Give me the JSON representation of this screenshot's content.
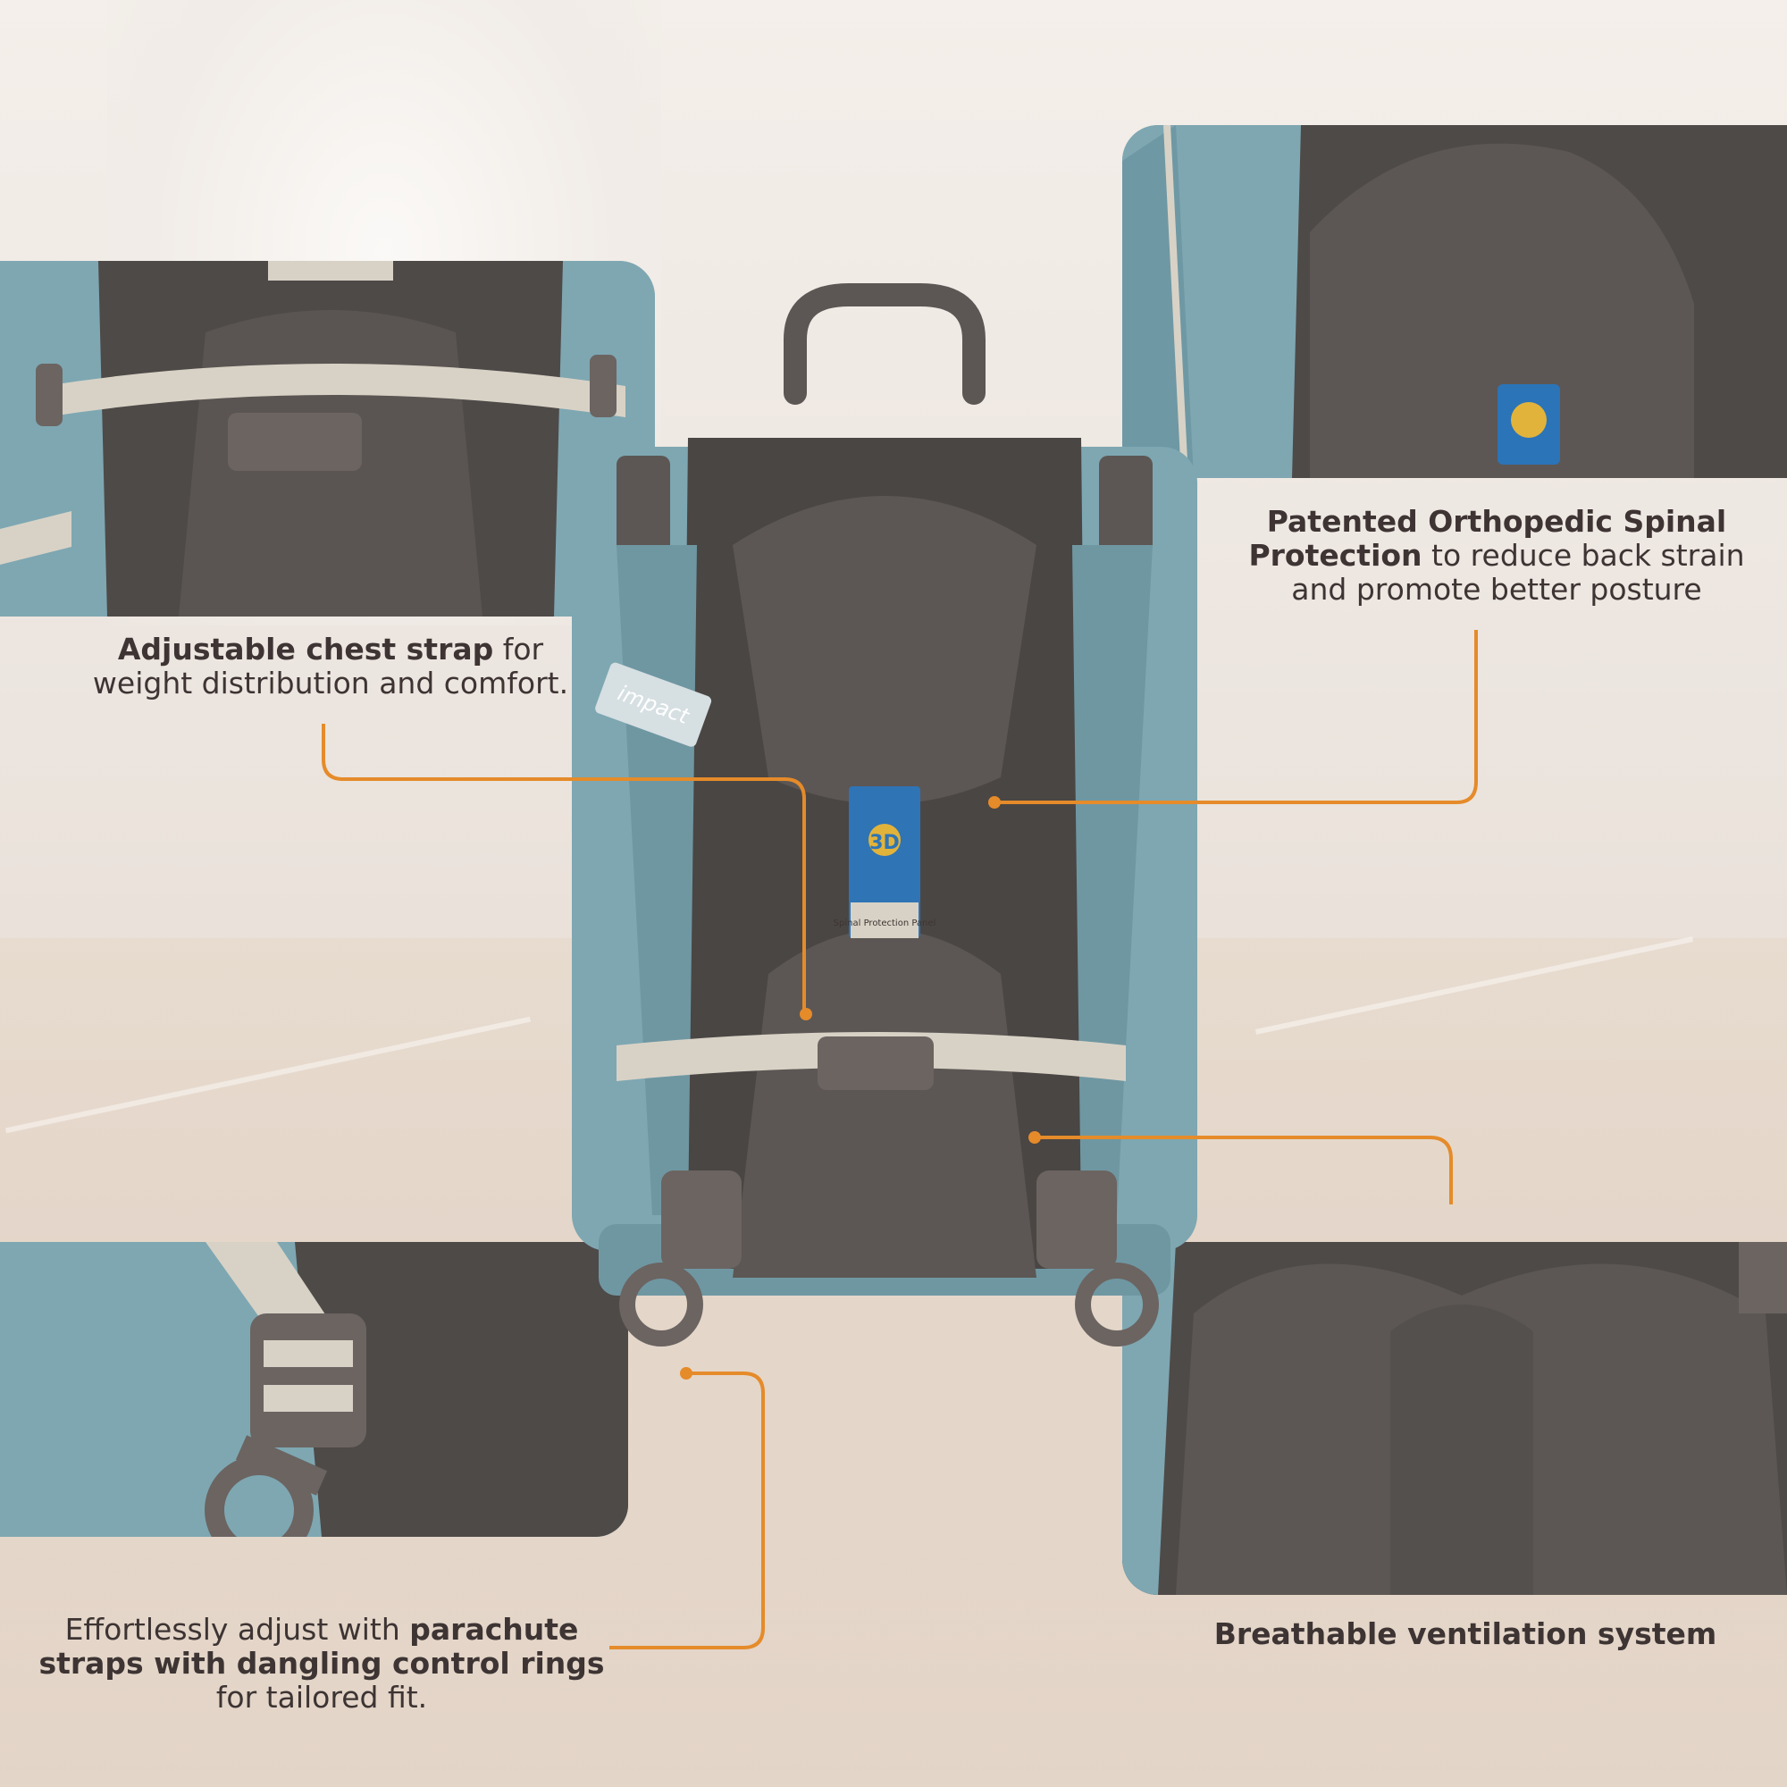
{
  "colors": {
    "accent_line": "#e58b2a",
    "bag_blue": "#7ea7b2",
    "mesh_dark": "#4e4a48",
    "strap_beige": "#d8d2c6",
    "caption_text": "#3d3433"
  },
  "backpack": {
    "logo_text": "impact",
    "patch_text": "Spinal Protection Panel",
    "patch_badge": "3D"
  },
  "callouts": {
    "chest": {
      "bold": "Adjustable chest strap",
      "line1_rest": " for",
      "line2": "weight distribution and comfort."
    },
    "spinal": {
      "bold_line1": "Patented Orthopedic Spinal",
      "bold_line2": "Protection",
      "line2_rest": " to reduce back strain",
      "line3": "and promote better posture"
    },
    "parachute": {
      "line1_normal": "Effortlessly adjust with ",
      "line1_bold": "parachute",
      "line2_bold": "straps with dangling control rings",
      "line3": "for tailored fit."
    },
    "vent": {
      "bold": "Breathable ventilation system"
    }
  }
}
